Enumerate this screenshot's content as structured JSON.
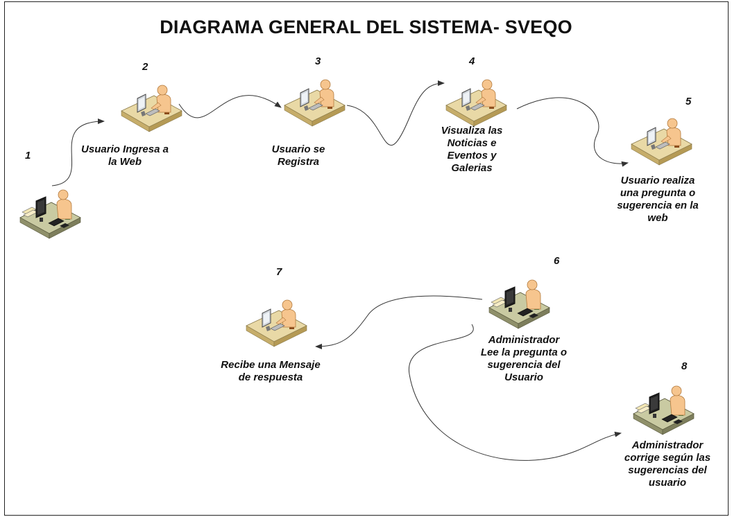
{
  "title": "DIAGRAMA GENERAL DEL SISTEMA- SVEQO",
  "steps": [
    {
      "number": "1",
      "label": ""
    },
    {
      "number": "2",
      "label": "Usuario Ingresa a\nla Web"
    },
    {
      "number": "3",
      "label": "Usuario se\nRegistra"
    },
    {
      "number": "4",
      "label": "Visualiza las\nNoticias e\nEventos y\nGalerias"
    },
    {
      "number": "5",
      "label": "Usuario realiza\nuna pregunta o\nsugerencia en la\nweb"
    },
    {
      "number": "6",
      "label": "Administrador\nLee la pregunta o\nsugerencia del\nUsuario"
    },
    {
      "number": "7",
      "label": "Recibe una Mensaje\nde respuesta"
    },
    {
      "number": "8",
      "label": "Administrador\ncorrige según las\nsugerencias del\nusuario"
    }
  ],
  "icons": [
    "user-at-desk-icon",
    "admin-workstation-icon"
  ],
  "colors": {
    "desk_top": "#e9d9a6",
    "desk_side": "#c6ad6a",
    "person": "#f6c58e",
    "admin_desk": "#c9caa2",
    "monitor": "#3b3b3b",
    "arrow": "#333333"
  }
}
